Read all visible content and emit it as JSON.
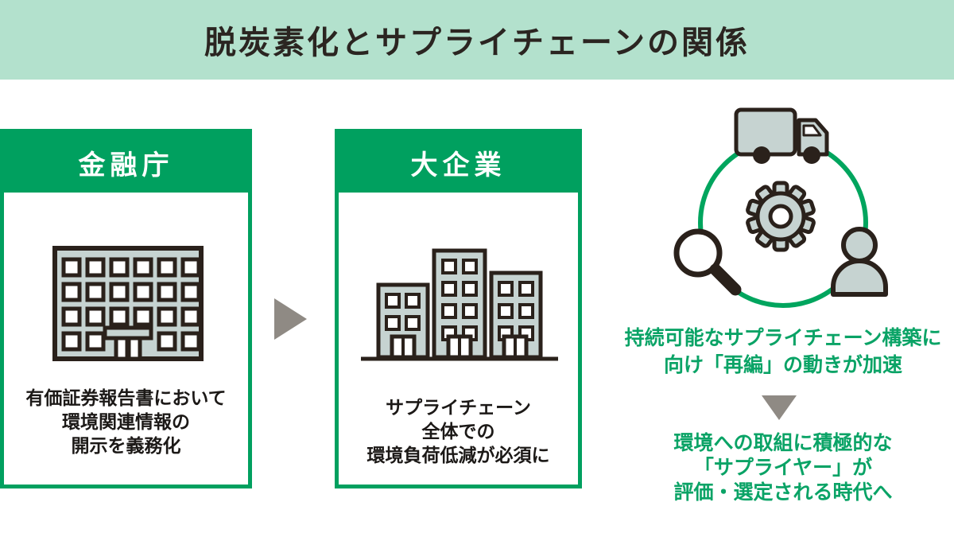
{
  "title": "脱炭素化とサプライチェーンの関係",
  "cards": [
    {
      "header": "金融庁",
      "icon": "government-building-icon",
      "body_lines": [
        "有価証券報告書において",
        "環境関連情報の",
        "開示を義務化"
      ]
    },
    {
      "header": "大企業",
      "icon": "city-buildings-icon",
      "body_lines": [
        "サプライチェーン",
        "全体での",
        "環境負荷低減が必須に"
      ]
    }
  ],
  "cycle_icons": [
    "truck-icon",
    "gear-icon",
    "magnifying-glass-icon",
    "person-icon"
  ],
  "outcome": {
    "step1_lines": [
      "持続可能なサプライチェーン構築に",
      "向け「再編」の動きが加速"
    ],
    "step2_lines": [
      "環境への取組に積極的な",
      "「サプライヤー」が",
      "評価・選定される時代へ"
    ]
  },
  "colors": {
    "banner_bg": "#b3e1cd",
    "accent_green": "#00a05f",
    "text_green": "#0aa366",
    "arrow_gray": "#8f8a84",
    "icon_fill": "#c6d3d1",
    "icon_outline": "#2a211b",
    "title_text": "#2b2521",
    "body_text": "#1c1917"
  }
}
